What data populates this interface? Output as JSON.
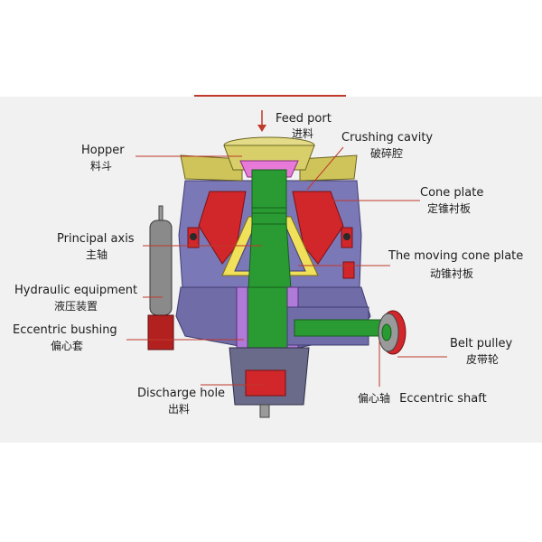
{
  "labels": {
    "feed_port": {
      "en": "Feed port",
      "zh": "进料"
    },
    "hopper": {
      "en": "Hopper",
      "zh": "料斗"
    },
    "crushing_cavity": {
      "en": "Crushing cavity",
      "zh": "破碎腔"
    },
    "cone_plate": {
      "en": "Cone plate",
      "zh": "定锥衬板"
    },
    "principal_axis": {
      "en": "Principal axis",
      "zh": "主轴"
    },
    "moving_cone_plate": {
      "en": "The moving cone plate",
      "zh": "动锥衬板"
    },
    "hydraulic_equipment": {
      "en": "Hydraulic equipment",
      "zh": "液压装置"
    },
    "eccentric_bushing": {
      "en": "Eccentric bushing",
      "zh": "偏心套"
    },
    "belt_pulley": {
      "en": "Belt pulley",
      "zh": "皮带轮"
    },
    "discharge_hole": {
      "en": "Discharge hole",
      "zh": "出料"
    },
    "eccentric_shaft": {
      "en": "Eccentric shaft",
      "zh": "偏心轴"
    }
  },
  "colors": {
    "leader_line": "#c0392b",
    "frame_purple": "#7b78b8",
    "liner_red": "#d1262a",
    "shaft_green": "#2a9b33",
    "hopper_yellow": "#cfc45a",
    "hydraulic_gray": "#8a8a8a"
  }
}
